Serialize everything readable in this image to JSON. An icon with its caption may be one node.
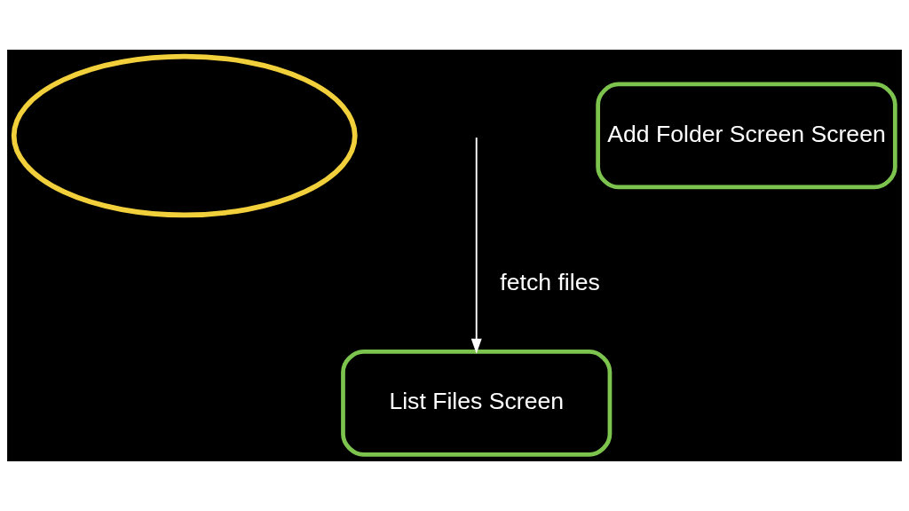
{
  "diagram": {
    "nodes": [
      {
        "text": [],
        "shape": "cloud"
      },
      {
        "text": [
          "List Files Screen"
        ]
      },
      {
        "text": [
          "Add Folder Screen Screen"
        ]
      }
    ],
    "edges": [
      {
        "from": null,
        "to": 1,
        "arrow": "to",
        "label": "fetch files"
      }
    ]
  }
}
